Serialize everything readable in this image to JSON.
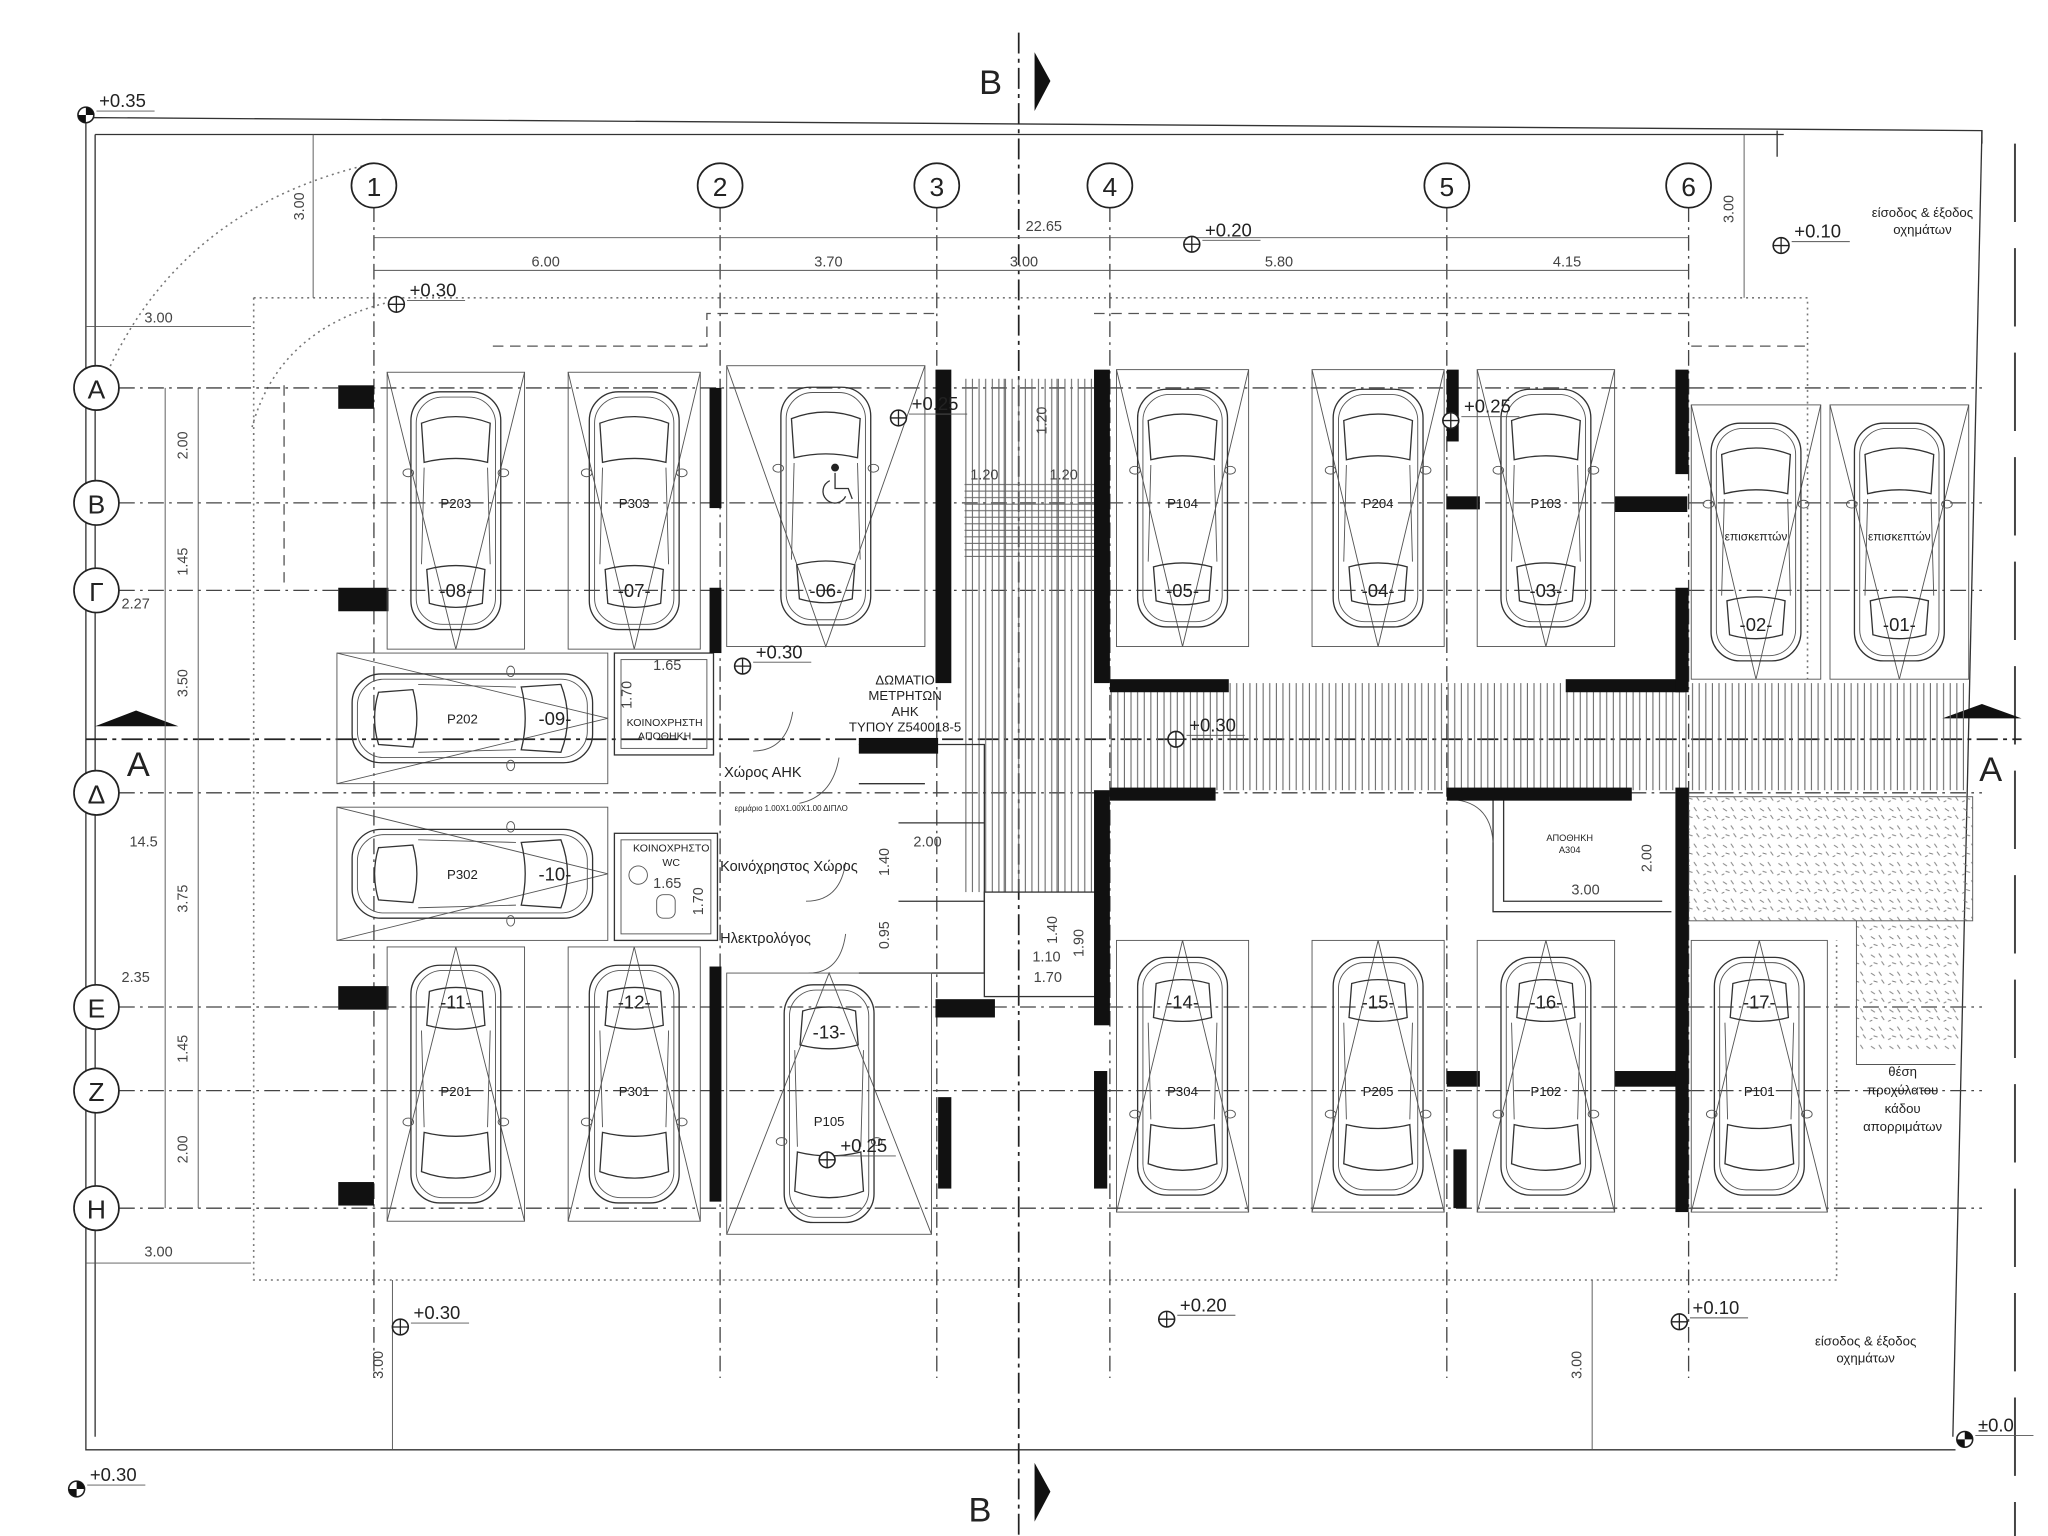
{
  "grid": {
    "columns": [
      "1",
      "2",
      "3",
      "4",
      "5",
      "6"
    ],
    "rows": [
      "Α",
      "Β",
      "Γ",
      "Δ",
      "Ε",
      "Ζ",
      "Η"
    ]
  },
  "sections": {
    "a_left": "A",
    "a_right": "A",
    "b_top": "B",
    "b_bottom": "B"
  },
  "dimensions": {
    "top_total": "22.65",
    "top": [
      "6.00",
      "3.70",
      "3.00",
      "5.80",
      "4.15"
    ],
    "left": [
      "2.00",
      "1.45",
      "3.50",
      "3.75",
      "1.45",
      "2.00"
    ],
    "left_total": "14.5",
    "offsets": [
      "2.27",
      "2.35"
    ],
    "setbacks": [
      "3.00",
      "3.00",
      "3.00",
      "3.00",
      "3.00",
      "3.00"
    ],
    "rooms": [
      "1.20",
      "1.20",
      "1.20",
      "1.65",
      "1.70",
      "1.65",
      "1.70",
      "2.00",
      "1.40",
      "0.95",
      "1.40",
      "1.10",
      "1.70",
      "1.90",
      "2.00",
      "3.00"
    ]
  },
  "levels": [
    "+0.35",
    "+0.30",
    "+0.20",
    "+0.10",
    "+0.25",
    "+0.25",
    "+0.30",
    "+0.30",
    "+0.25",
    "+0.30",
    "+0.20",
    "+0.10",
    "±0.0",
    "+0.30"
  ],
  "parking": [
    {
      "number": "-01-",
      "label": "επισκεπτών"
    },
    {
      "number": "-02-",
      "label": "επισκεπτών"
    },
    {
      "number": "-03-",
      "label": "P103"
    },
    {
      "number": "-04-",
      "label": "P204"
    },
    {
      "number": "-05-",
      "label": "P104"
    },
    {
      "number": "-06-",
      "label": ""
    },
    {
      "number": "-07-",
      "label": "P303"
    },
    {
      "number": "-08-",
      "label": "P203"
    },
    {
      "number": "-09-",
      "label": "P202"
    },
    {
      "number": "-10-",
      "label": "P302"
    },
    {
      "number": "-11-",
      "label": "P201"
    },
    {
      "number": "-12-",
      "label": "P301"
    },
    {
      "number": "-13-",
      "label": "P105"
    },
    {
      "number": "-14-",
      "label": "P304"
    },
    {
      "number": "-15-",
      "label": "P205"
    },
    {
      "number": "-16-",
      "label": "P102"
    },
    {
      "number": "-17-",
      "label": "P101"
    }
  ],
  "rooms": {
    "meter_room": [
      "ΔΩΜΑΤΙΟ",
      "ΜΕΤΡΗΤΩΝ",
      "ΑΗΚ",
      "ΤΥΠΟΥ Z540018-5"
    ],
    "ahk_space": "Χώρος ΑΗΚ",
    "cabinet": "ερμάριο 1.00Χ1.00Χ1.00 ΔΙΠΛΟ",
    "common_space": "Κοινόχρηστος Χώρος",
    "electrician": "Ηλεκτρολόγος",
    "common_storage": [
      "ΚΟΙΝΟΧΡΗΣΤΗ",
      "ΑΠΟΘΗΚΗ"
    ],
    "common_wc": [
      "ΚΟΙΝΟΧΡΗΣΤΟ",
      "WC"
    ],
    "storage_a304": [
      "ΑΠΟΘΗΚΗ",
      "Α304"
    ]
  },
  "notes": {
    "waste_bin": [
      "θέση",
      "προχύλατου",
      "κάδου",
      "απορριμάτων"
    ],
    "vehicle_entry_top": [
      "είσοδος & έξοδος",
      "οχημάτων"
    ],
    "vehicle_entry_bottom": [
      "είσοδος & έξοδος",
      "οχημάτων"
    ]
  }
}
